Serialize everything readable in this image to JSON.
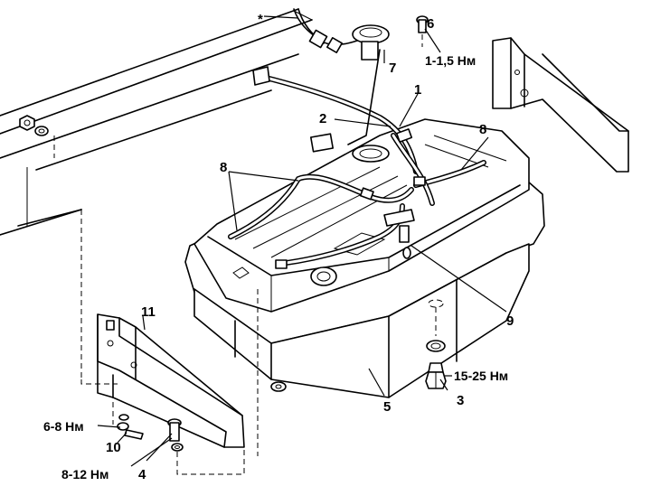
{
  "callouts": {
    "c1": "1",
    "c2": "2",
    "c3": "3",
    "c4": "4",
    "c5": "5",
    "c6": "6",
    "c7": "7",
    "c8a": "8",
    "c8b": "8",
    "c9": "9",
    "c10": "10",
    "c11": "11",
    "asterisk": "*"
  },
  "torques": {
    "t6": "1-1,5 Нм",
    "t3": "15-25 Нм",
    "t10": "6-8 Нм",
    "t4": "8-12 Нм"
  }
}
